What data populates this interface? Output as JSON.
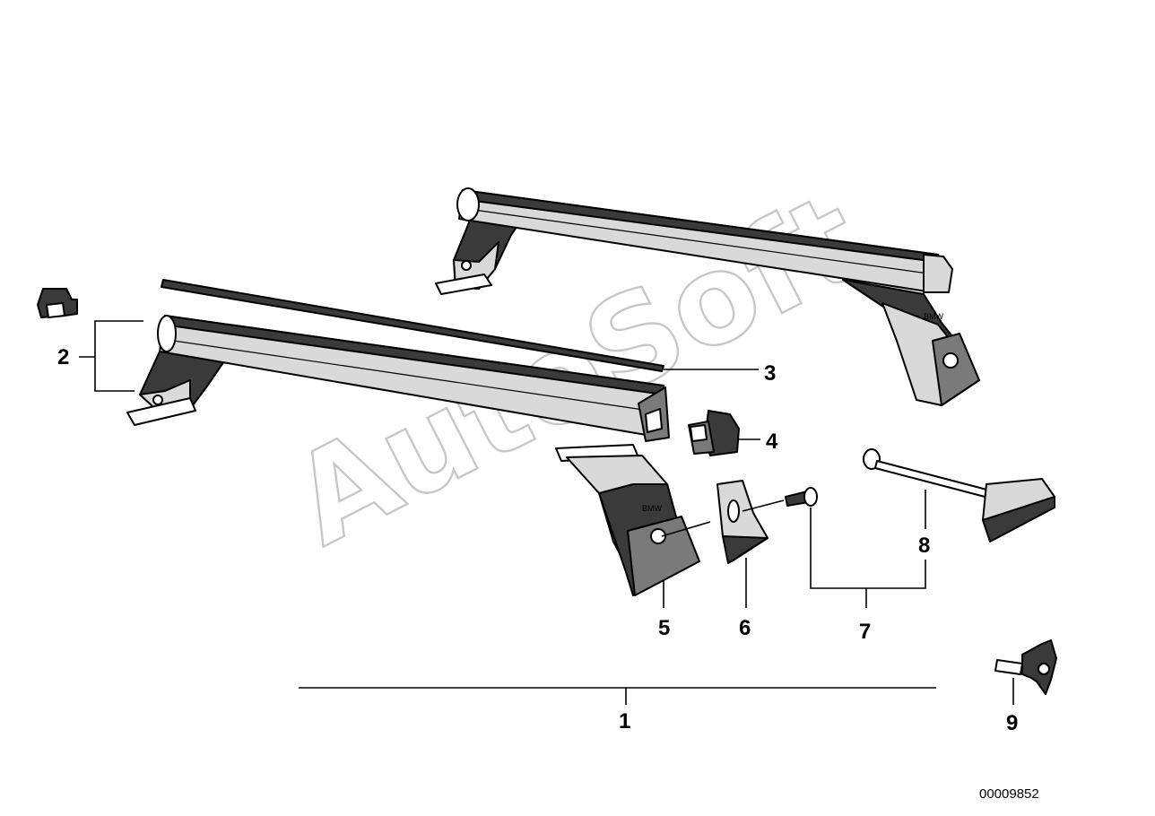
{
  "watermark": "AutoSoft",
  "document_number": "00009852",
  "callouts": {
    "c1": "1",
    "c2": "2",
    "c3": "3",
    "c4": "4",
    "c5": "5",
    "c6": "6",
    "c7": "7",
    "c8": "8",
    "c9": "9"
  }
}
